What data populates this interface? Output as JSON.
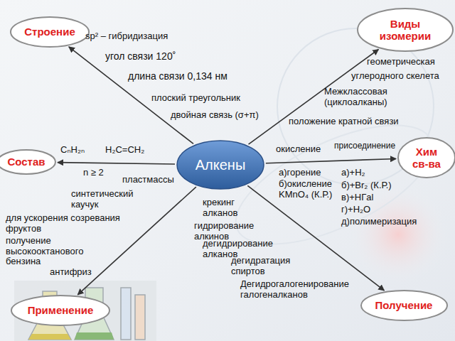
{
  "diagram": {
    "nodes": [
      {
        "text": [
          "Строение"
        ]
      },
      {
        "text": [
          "Виды изомерии"
        ]
      },
      {
        "text": [
          "Состав"
        ]
      },
      {
        "text": [
          "Алкены"
        ]
      },
      {
        "text": [
          "Хим св-ва"
        ]
      },
      {
        "text": [
          "Применение"
        ]
      },
      {
        "text": [
          "Получение"
        ]
      }
    ],
    "edges": [
      {
        "from": 3,
        "to": 0,
        "arrow": "to"
      },
      {
        "from": 3,
        "to": 1,
        "arrow": "to"
      },
      {
        "from": 3,
        "to": 2,
        "arrow": "to"
      },
      {
        "from": 3,
        "to": 4,
        "arrow": "to"
      },
      {
        "from": 3,
        "to": 5,
        "arrow": "to"
      },
      {
        "from": 3,
        "to": 6,
        "arrow": "to"
      }
    ],
    "labels": [
      "sp² – гибридизация",
      "угол связи 120˚",
      "геометрическая",
      "длина связи 0,134 нм",
      "углеродного скелета",
      "Межклассовая (циклоалканы)",
      "плоский треугольник",
      "двойная связь (σ+π)",
      "положение кратной связи",
      "CₙH₂ₙ",
      "H₂C=CH₂",
      "окисление",
      "присоединение",
      "n ≥ 2",
      "пластмассы",
      "а)горение",
      "б)окисление KMnO₄ (К.Р.)",
      "а)+H₂",
      "б)+Br₂ (К.Р.)",
      "в)+HГal",
      "г)+H₂O",
      "д)полимеризация",
      "синтетический каучук",
      "крекинг алканов",
      "для ускорения созревания фруктов",
      "гидрирование алкинов",
      "получение высокооктанового бензина",
      "дегидрирование алканов",
      "дегидратация спиртов",
      "антифриз",
      "Дегидрогалогенирование галогеналканов"
    ]
  }
}
